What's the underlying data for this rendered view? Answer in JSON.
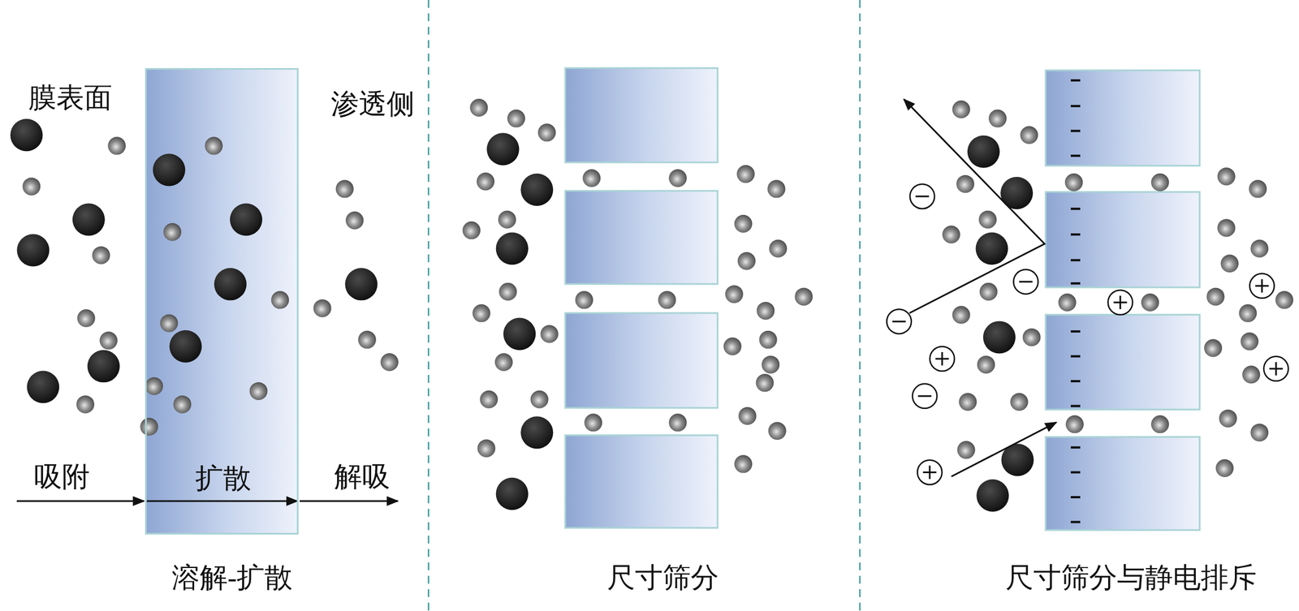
{
  "diagram": {
    "nodes": [
      {
        "text": [
          "扩散"
        ]
      }
    ],
    "labels": [
      "膜表面",
      "渗透侧",
      "吸附",
      "解吸",
      "溶解-扩散",
      "尺寸筛分",
      "尺寸筛分与静电排斥"
    ]
  }
}
